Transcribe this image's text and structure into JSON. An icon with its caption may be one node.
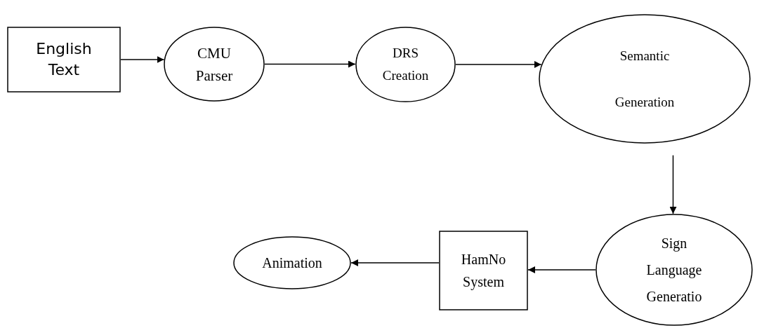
{
  "diagram": {
    "nodes": [
      {
        "text": [
          "English Text"
        ]
      },
      {
        "text": [
          "CMU Parser"
        ]
      },
      {
        "text": [
          "DRS Creation"
        ]
      },
      {
        "text": [
          "Semantic Generation"
        ]
      },
      {
        "text": [
          "Sign Language Generatio"
        ]
      },
      {
        "text": [
          "HamNo System"
        ]
      },
      {
        "text": [
          "Animation"
        ]
      }
    ],
    "edges": [
      {
        "from": 0,
        "to": 1,
        "arrow": "to"
      },
      {
        "from": 1,
        "to": 2,
        "arrow": "to"
      },
      {
        "from": 2,
        "to": 3,
        "arrow": "to"
      },
      {
        "from": 3,
        "to": 4,
        "arrow": "to"
      },
      {
        "from": 4,
        "to": 5,
        "arrow": "to"
      },
      {
        "from": 5,
        "to": 6,
        "arrow": "to"
      }
    ]
  }
}
